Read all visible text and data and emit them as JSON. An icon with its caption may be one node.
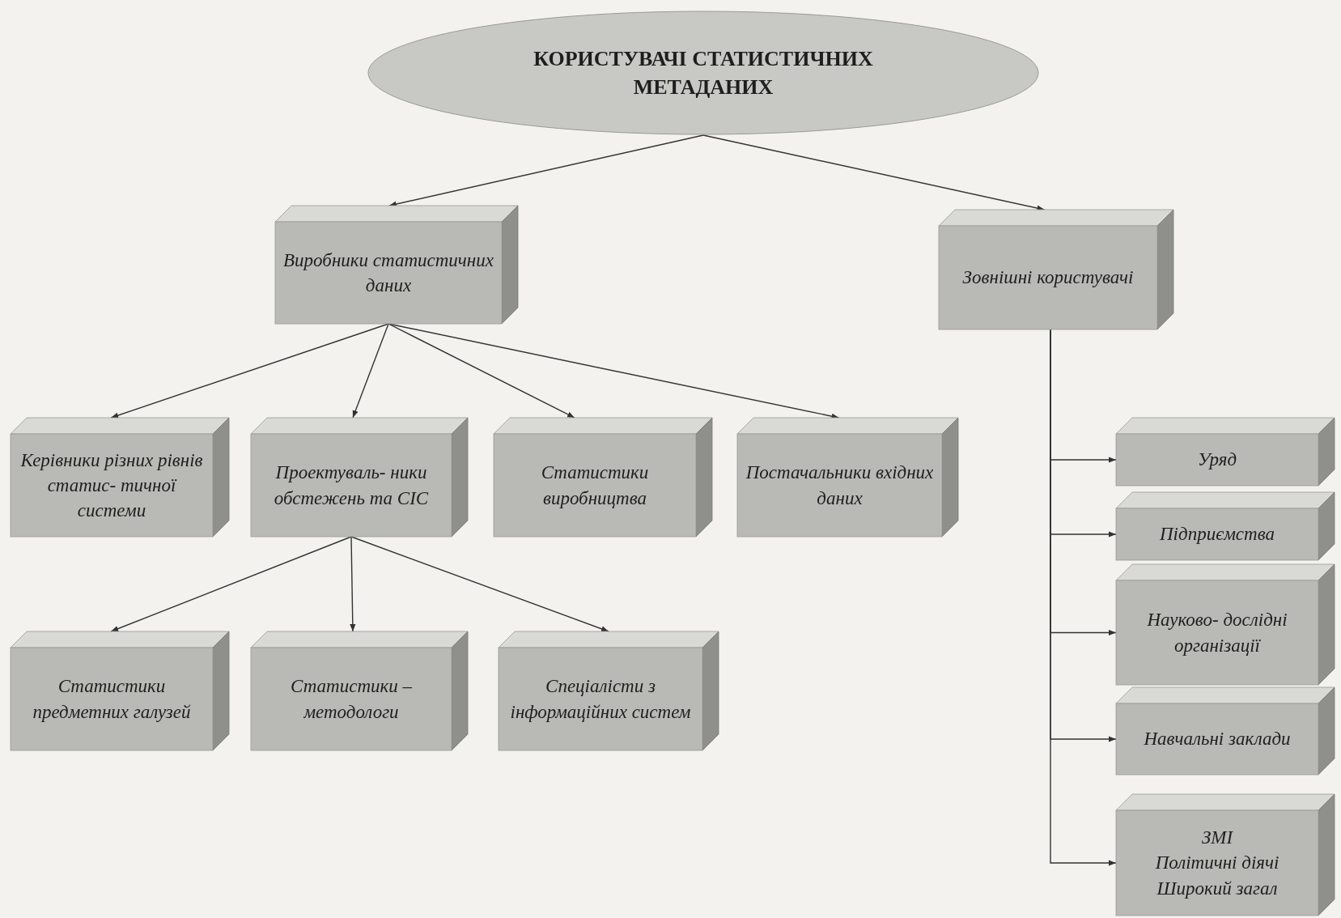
{
  "diagram": {
    "nodes": [
      {
        "text": [
          "КОРИСТУВАЧІ СТАТИСТИЧНИХ МЕТАДАНИХ"
        ]
      },
      {
        "text": [
          "Виробники статистичних даних"
        ]
      },
      {
        "text": [
          "Зовнішні користувачі"
        ]
      },
      {
        "text": [
          "Керівники різних рівнів статис- тичної системи"
        ]
      },
      {
        "text": [
          "Проектуваль- ники обстежень та СІС"
        ]
      },
      {
        "text": [
          "Статистики виробництва"
        ]
      },
      {
        "text": [
          "Постачальники вхідних даних"
        ]
      },
      {
        "text": [
          "Статистики предметних галузей"
        ]
      },
      {
        "text": [
          "Статистики – методологи"
        ]
      },
      {
        "text": [
          "Спеціалісти з інформаційних систем"
        ]
      },
      {
        "text": [
          "Уряд"
        ]
      },
      {
        "text": [
          "Підприємства"
        ]
      },
      {
        "text": [
          "Науково- дослідні організації"
        ]
      },
      {
        "text": [
          "Навчальні заклади"
        ]
      },
      {
        "text": [
          "ЗМІ",
          "Політичні діячі",
          "Широкий загал"
        ]
      }
    ],
    "edges": [
      {
        "from": 0,
        "to": 1,
        "arrow": "to"
      },
      {
        "from": 0,
        "to": 2,
        "arrow": "to"
      },
      {
        "from": 1,
        "to": 3,
        "arrow": "to"
      },
      {
        "from": 1,
        "to": 4,
        "arrow": "to"
      },
      {
        "from": 1,
        "to": 5,
        "arrow": "to"
      },
      {
        "from": 1,
        "to": 6,
        "arrow": "to"
      },
      {
        "from": 4,
        "to": 7,
        "arrow": "to"
      },
      {
        "from": 4,
        "to": 8,
        "arrow": "to"
      },
      {
        "from": 4,
        "to": 9,
        "arrow": "to"
      },
      {
        "from": 2,
        "to": 10,
        "arrow": "to"
      },
      {
        "from": 2,
        "to": 11,
        "arrow": "to"
      },
      {
        "from": 2,
        "to": 12,
        "arrow": "to"
      },
      {
        "from": 2,
        "to": 13,
        "arrow": "to"
      },
      {
        "from": 2,
        "to": 14,
        "arrow": "to"
      }
    ]
  }
}
